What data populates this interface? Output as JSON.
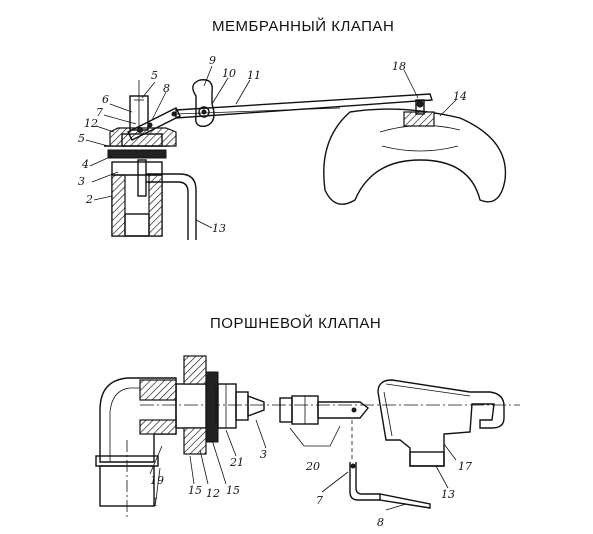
{
  "titles": {
    "membrane": "МЕМБРАННЫЙ  КЛАПАН",
    "piston": "ПОРШНЕВОЙ  КЛАПАН"
  },
  "membrane_labels": [
    "5",
    "6",
    "7",
    "8",
    "9",
    "10",
    "11",
    "12",
    "5",
    "4",
    "3",
    "2",
    "13",
    "18",
    "14"
  ],
  "piston_labels": [
    "19",
    "1",
    "15",
    "12",
    "15",
    "21",
    "3",
    "20",
    "7",
    "8",
    "17",
    "13"
  ]
}
